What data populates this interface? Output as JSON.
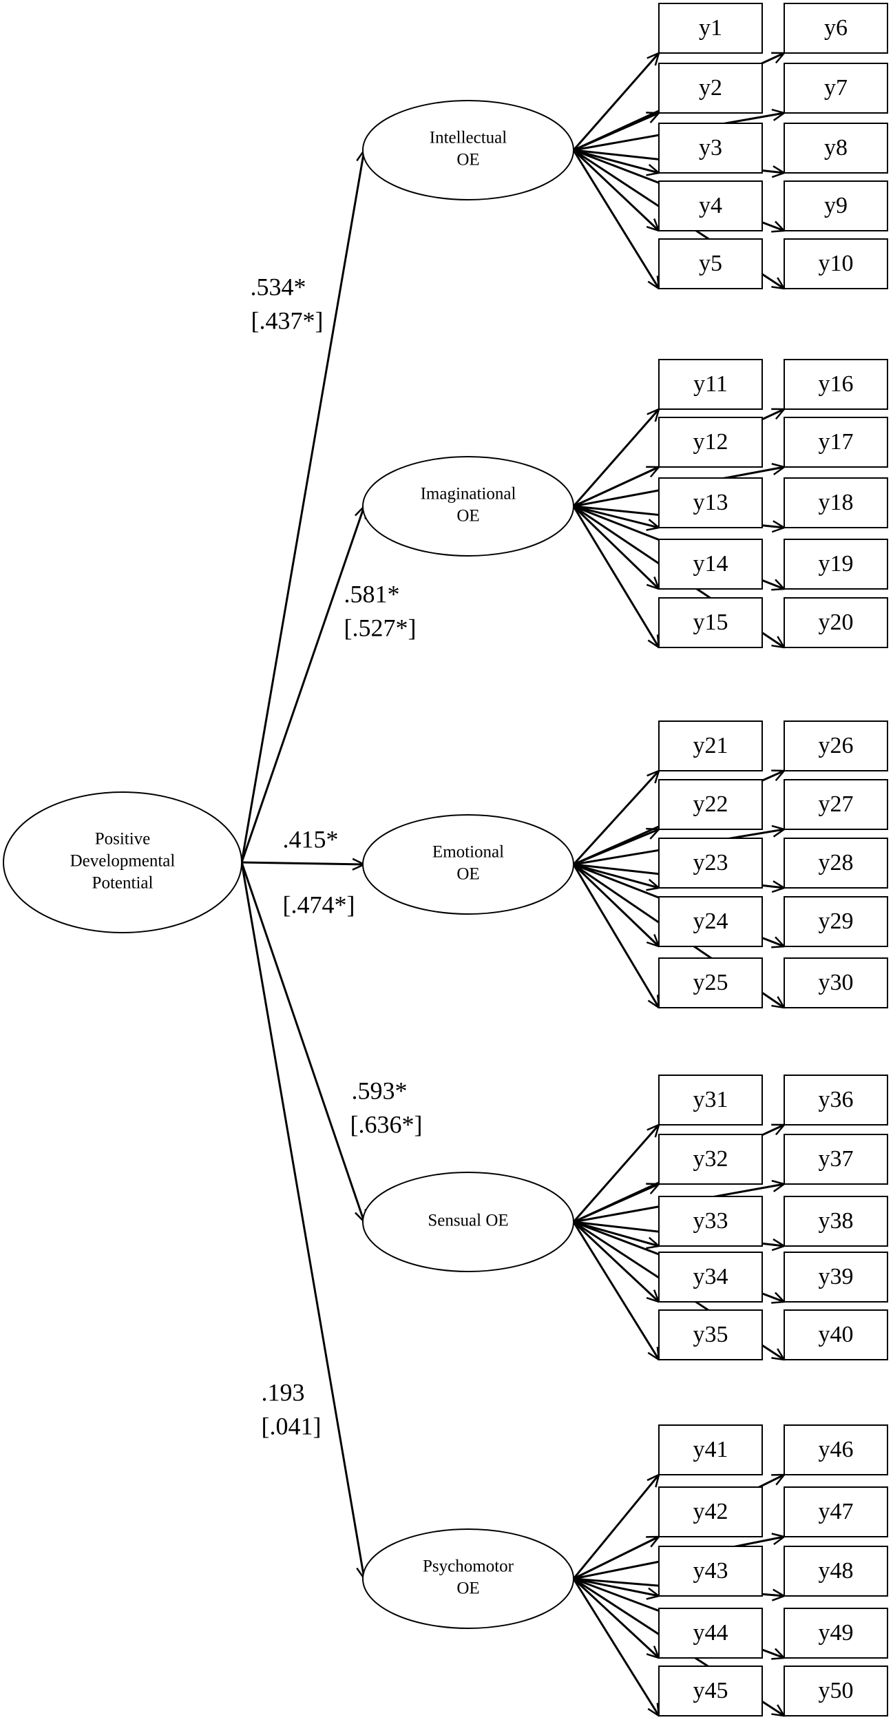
{
  "root": {
    "lines": [
      "Positive",
      "Developmental",
      "Potential"
    ]
  },
  "factors": [
    {
      "id": "intellectual",
      "lines": [
        "Intellectual",
        "OE"
      ],
      "coef": ".534*",
      "coef_alt": "[.437*]",
      "items_left": [
        "y1",
        "y2",
        "y3",
        "y4",
        "y5"
      ],
      "items_right": [
        "y6",
        "y7",
        "y8",
        "y9",
        "y10"
      ]
    },
    {
      "id": "imaginational",
      "lines": [
        "Imaginational",
        "OE"
      ],
      "coef": ".581*",
      "coef_alt": "[.527*]",
      "items_left": [
        "y11",
        "y12",
        "y13",
        "y14",
        "y15"
      ],
      "items_right": [
        "y16",
        "y17",
        "y18",
        "y19",
        "y20"
      ]
    },
    {
      "id": "emotional",
      "lines": [
        "Emotional",
        "OE"
      ],
      "coef": ".415*",
      "coef_alt": "[.474*]",
      "items_left": [
        "y21",
        "y22",
        "y23",
        "y24",
        "y25"
      ],
      "items_right": [
        "y26",
        "y27",
        "y28",
        "y29",
        "y30"
      ]
    },
    {
      "id": "sensual",
      "lines": [
        "Sensual OE"
      ],
      "coef": ".593*",
      "coef_alt": "[.636*]",
      "items_left": [
        "y31",
        "y32",
        "y33",
        "y34",
        "y35"
      ],
      "items_right": [
        "y36",
        "y37",
        "y38",
        "y39",
        "y40"
      ]
    },
    {
      "id": "psychomotor",
      "lines": [
        "Psychomotor",
        "OE"
      ],
      "coef": ".193",
      "coef_alt": "[.041]",
      "items_left": [
        "y41",
        "y42",
        "y43",
        "y44",
        "y45"
      ],
      "items_right": [
        "y46",
        "y47",
        "y48",
        "y49",
        "y50"
      ]
    }
  ]
}
